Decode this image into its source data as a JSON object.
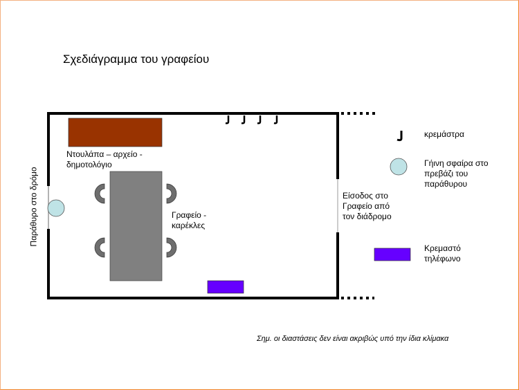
{
  "title": "Σχεδιάγραμμα του γραφείου",
  "labels": {
    "wardrobe": [
      "Ντουλάπα – αρχείο -",
      "δημοτολόγιο"
    ],
    "desk": [
      "Γραφείο -",
      "καρέκλες"
    ],
    "window": "Παράθυρο στο δρόμο",
    "entrance": [
      "Είσοδος στο",
      "Γραφείο από",
      "τον διάδρομο"
    ]
  },
  "legend": [
    {
      "icon": "hanger-icon",
      "lines": [
        "κρεμάστρα"
      ]
    },
    {
      "icon": "globe-icon",
      "lines": [
        "Γήινη σφαίρα στο",
        "πρεβάζι του",
        "παράθυρου"
      ]
    },
    {
      "icon": "phone-icon",
      "lines": [
        "Κρεμαστό",
        "τηλέφωνο"
      ]
    }
  ],
  "note": "Σημ. οι διαστάσεις δεν είναι ακριβώς υπό την ίδια κλίμακα",
  "colors": {
    "wardrobe": "#993300",
    "desk": "#808080",
    "chair": "#6e6e6e",
    "globe": "#bfe3e6",
    "phone": "#6600ff",
    "border": "#f08020"
  }
}
